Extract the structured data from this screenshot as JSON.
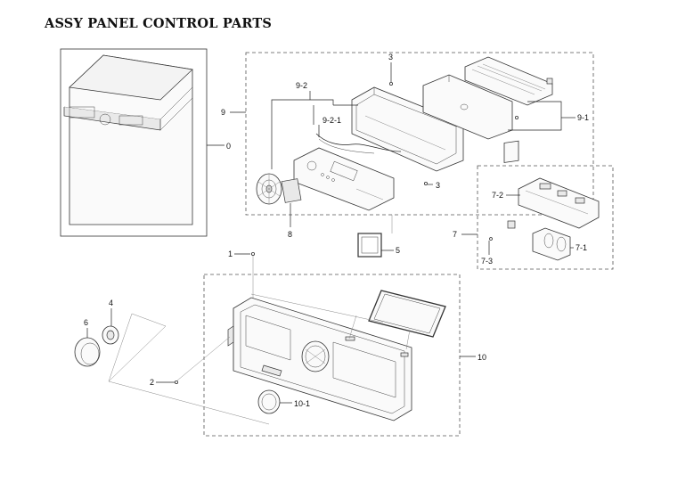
{
  "title": "ASSY PANEL CONTROL PARTS",
  "callouts": {
    "c0": "0",
    "c1": "1",
    "c2": "2",
    "c3a": "3",
    "c3b": "3",
    "c4": "4",
    "c5": "5",
    "c6": "6",
    "c7": "7",
    "c7_1": "7-1",
    "c7_2": "7-2",
    "c7_3": "7-3",
    "c8": "8",
    "c9": "9",
    "c9_1": "9-1",
    "c9_2": "9-2",
    "c9_2_1": "9-2-1",
    "c10": "10",
    "c10_1": "10-1"
  }
}
